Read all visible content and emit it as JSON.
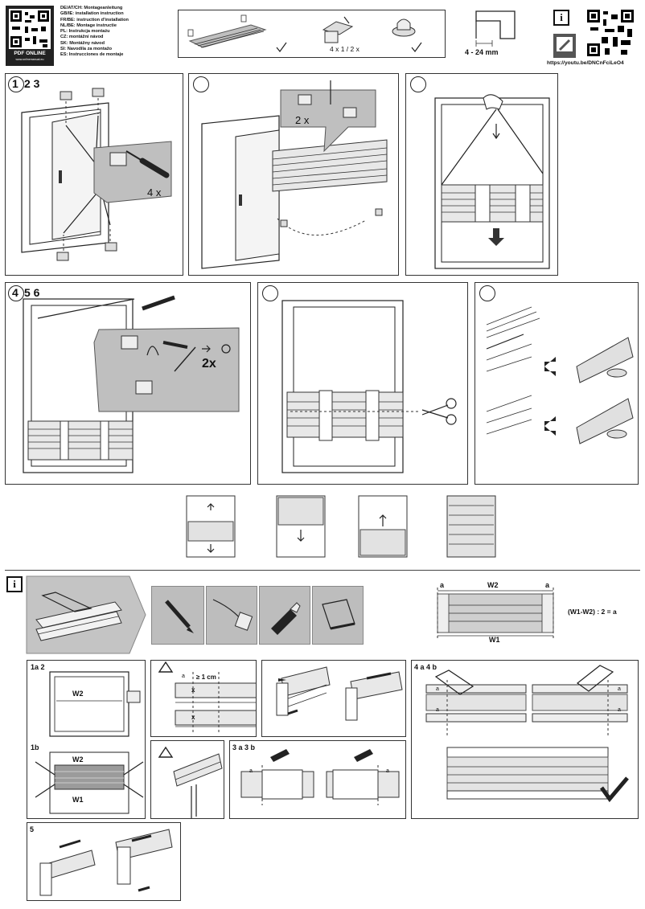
{
  "languages": [
    "DE/AT/CH: Montageanleitung",
    "GB/IE: installation instruction",
    "FR/BE: instruction d'installation",
    "NL/BE: Montage instructie",
    "PL: Instrukcja montażu",
    "CZ: montážní návod",
    "SK: Montážny návod",
    "SI: Navodila za montažo",
    "ES: Instrucciones de montaje"
  ],
  "pdf_badge": {
    "line1": "PDF ONLINE",
    "line2": "www.onlinemanual.eu"
  },
  "header_box": {
    "count_label": "4 x 1 / 2 x"
  },
  "measure": {
    "range": "4 - 24 mm"
  },
  "video": {
    "url": "https://youtu.be/DNCnFciLeO4",
    "info_icon": "i"
  },
  "panels": {
    "p1": {
      "step": "1",
      "steps_rest": "2 3",
      "callout": "4 x"
    },
    "p2": {
      "callout": "2 x"
    },
    "p4": {
      "step": "4",
      "steps_rest": "5 6",
      "callout": "2x"
    }
  },
  "section2": {
    "info_icon": "i",
    "formula": "(W1-W2) : 2 = a",
    "dim_a_left": "a",
    "dim_w2": "W2",
    "dim_a_right": "a",
    "dim_w1": "W1"
  },
  "steps": {
    "s1a2": "1a 2",
    "s1a2_w2": "W2",
    "s1b": "1b",
    "s1b_w2": "W2",
    "s1b_w1": "W1",
    "warn1_a": "a",
    "warn1_dist": "≥ 1 cm",
    "warn1_x1": "x",
    "warn1_x2": "x",
    "s3a3b": "3 a 3 b",
    "s3_a1": "a",
    "s3_a2": "a",
    "s4a4b": "4 a 4 b",
    "s4_a1": "a",
    "s4_a2": "a",
    "s4_a3": "a",
    "s4_a4": "a",
    "s5": "5"
  }
}
